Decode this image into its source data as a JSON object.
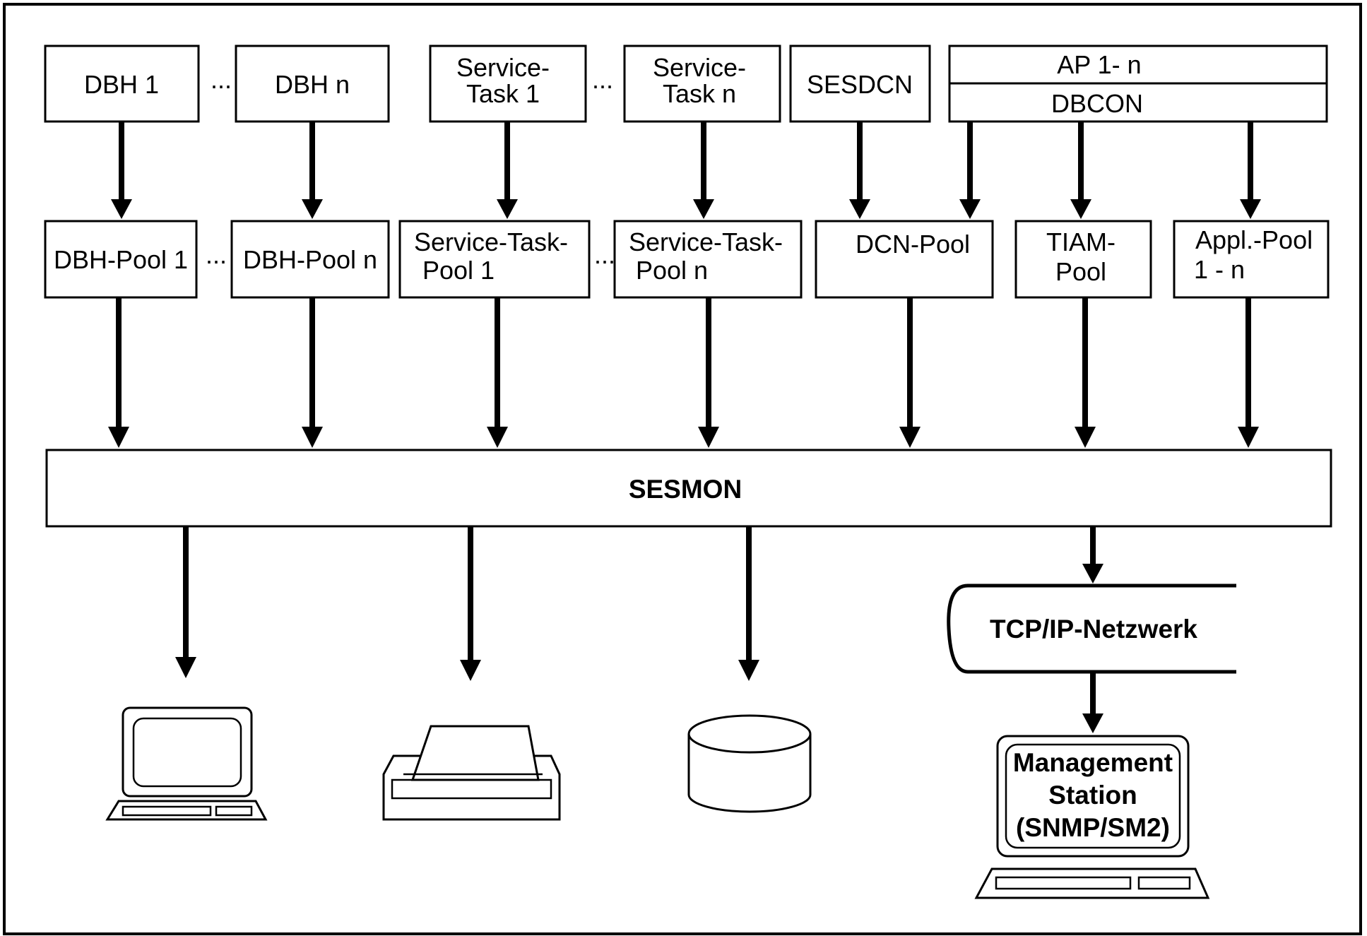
{
  "nodes": {
    "dbh1": [
      "DBH 1"
    ],
    "dbhn": [
      "DBH n"
    ],
    "servicetask1": [
      "Service-",
      "Task 1"
    ],
    "servicetaskn": [
      "Service-",
      "Task n"
    ],
    "sesdcn": [
      "SESDCN"
    ],
    "ap": [
      "AP 1- n"
    ],
    "dbcon": [
      "DBCON"
    ],
    "dbhpool1": [
      "DBH-Pool 1"
    ],
    "dbhpooln": [
      "DBH-Pool n"
    ],
    "stpool1": [
      "Service-Task-",
      "Pool 1"
    ],
    "stpooln": [
      "Service-Task-",
      "Pool n"
    ],
    "dcnpool": [
      "DCN-Pool"
    ],
    "tiampool": [
      "TIAM-",
      "Pool"
    ],
    "applpool": [
      "Appl.-Pool",
      "1 - n"
    ],
    "sesmon": [
      "SESMON"
    ],
    "tcpip": [
      "TCP/IP-Netzwerk"
    ],
    "mgmt": [
      "Management",
      "Station",
      "(SNMP/SM2)"
    ]
  },
  "ellipsis": "..."
}
